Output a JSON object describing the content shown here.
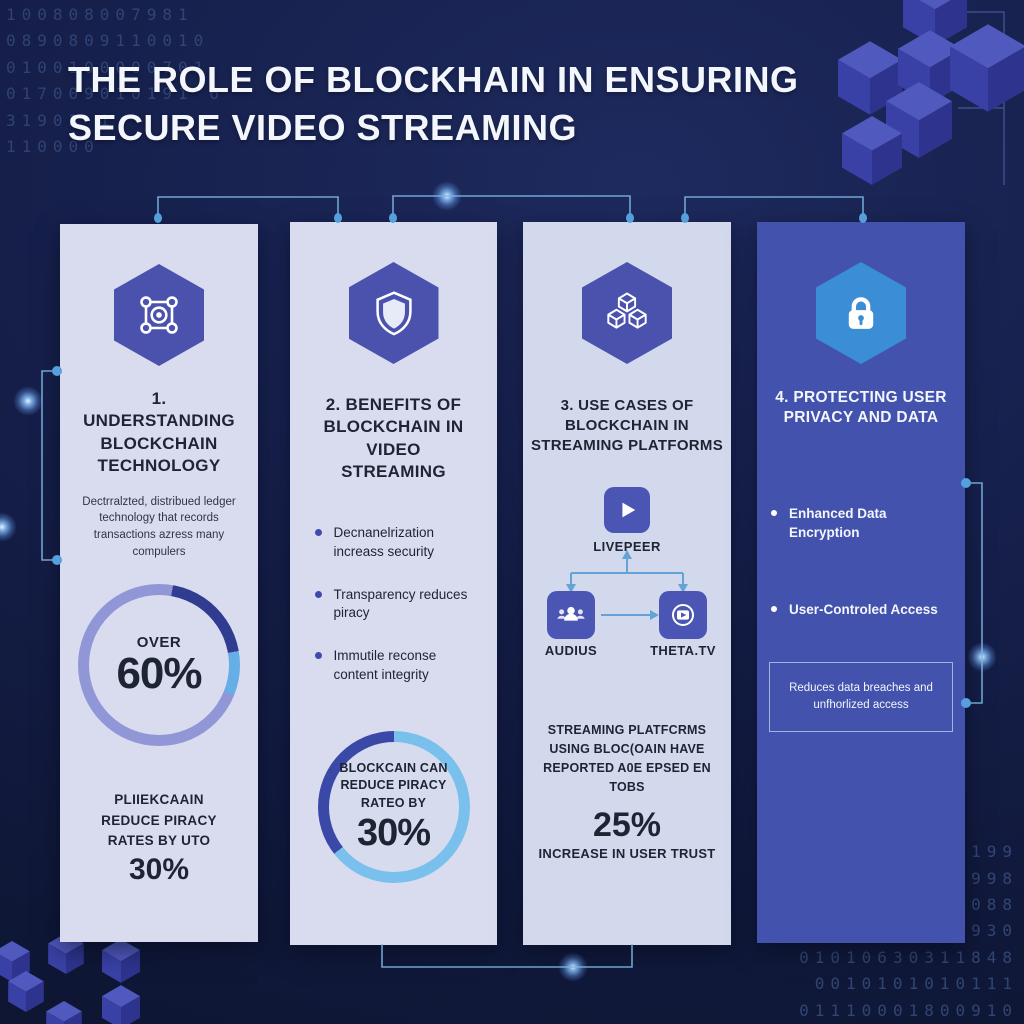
{
  "header": {
    "title_line1": "THE ROLE OF BLOCKHAIN IN ENSURING",
    "title_line2": "SECURE VIDEO STREAMING"
  },
  "panels": [
    {
      "heading": "1. UNDERSTANDING BLOCKCHAIN TECHNOLOGY",
      "icon": "network-nodes-icon",
      "body": "Dectrralzted, distribued ledger technology that records transactions azress many compulers",
      "donut": {
        "label_top": "OVER",
        "value": "60%",
        "segments": [
          {
            "color": "#9196d6",
            "from": 0,
            "to": 10
          },
          {
            "color": "#2f3c8f",
            "from": 10,
            "to": 80
          },
          {
            "color": "#65aee6",
            "from": 80,
            "to": 112
          },
          {
            "color": "#9196d6",
            "from": 112,
            "to": 360
          }
        ]
      },
      "stat": {
        "text": "PLIIEKCAAIN REDUCE PIRACY RATES BY UTO",
        "value": "30%"
      }
    },
    {
      "heading": "2. BENEFITS OF BLOCKCHAIN IN VIDEO STREAMING",
      "icon": "shield-icon",
      "bullets": [
        "Decnanelrization increass security",
        "Transparency reduces piracy",
        "Immutile reconse content integrity"
      ],
      "donut": {
        "label": "BLOCKCAIN CAN REDUCE PIRACY RATEO BY",
        "value": "30%",
        "segments": [
          {
            "color": "#79c0ec",
            "from": 0,
            "to": 232
          },
          {
            "color": "#3a49a8",
            "from": 232,
            "to": 360
          }
        ]
      }
    },
    {
      "heading": "3. USE CASES OF BLOCKCHAIN IN STREAMING PLATFORMS",
      "icon": "cubes-icon",
      "platforms": {
        "top": "LIVEPEER",
        "left": "AUDIUS",
        "right": "THETA.TV"
      },
      "caption": "STREAMING PLATFCRMS USING BLOC(OAIN HAVE REPORTED A0E EPSED EN TOBS",
      "stat": {
        "value": "25%",
        "label": "INCREASE IN USER TRUST"
      }
    },
    {
      "heading": "4. PROTECTING USER PRIVACY AND DATA",
      "icon": "lock-icon",
      "bullets": [
        "Enhanced Data Encryption",
        "User-Controled Access"
      ],
      "box": "Reduces data breaches and unfhorlized access"
    }
  ],
  "chart_data": [
    {
      "type": "pie",
      "subtype": "donut",
      "center_label": "OVER 60%",
      "segments": [
        {
          "name": "dark-blue",
          "pct": 19,
          "color": "#2f3c8f"
        },
        {
          "name": "light-blue",
          "pct": 9,
          "color": "#65aee6"
        },
        {
          "name": "lavender",
          "pct": 72,
          "color": "#9196d6"
        }
      ],
      "note": "PLIIEKCAAIN REDUCE PIRACY RATES BY UTO 30%"
    },
    {
      "type": "pie",
      "subtype": "donut",
      "center_label": "BLOCKCAIN CAN REDUCE PIRACY RATEO BY 30%",
      "segments": [
        {
          "name": "light-blue",
          "pct": 64,
          "color": "#79c0ec"
        },
        {
          "name": "dark-indigo",
          "pct": 36,
          "color": "#3a49a8"
        }
      ]
    }
  ],
  "background": {
    "binary_top_left": [
      "100808007981",
      "0890809110010",
      "0100100000701",
      "017009010191 6",
      "31903 1",
      "110000"
    ],
    "binary_bottom_right": [
      "00199",
      "800998",
      "9707088",
      "10110701080930",
      "01010630311848",
      "0010101010111",
      "01110001800910"
    ]
  },
  "colors": {
    "bg-deep": "#0e1634",
    "bg-mid": "#16204c",
    "bg-light": "#1e2a5e",
    "panel-light": "#d9dcef",
    "panel-light-3": "#d2d9ec",
    "panel-indigo": "#4352ad",
    "hex-indigo": "#4a52ae",
    "hex-blue": "#3b8ed6",
    "ink": "#1d2433",
    "ink-soft": "#2c3547",
    "white": "#f3f6fc",
    "connector": "#7ab2e0",
    "dot": "#55a0dc",
    "cube-top": "#5059bd",
    "cube-left": "#3a41a6",
    "cube-right": "#2e348e"
  }
}
